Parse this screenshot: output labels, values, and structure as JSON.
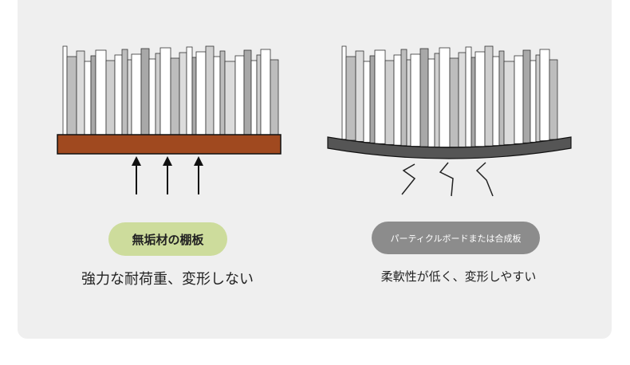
{
  "left": {
    "label": "無垢材の棚板",
    "caption": "強力な耐荷重、変形しない",
    "label_bg": "#cddc9c",
    "shelf_color": "#a0491f"
  },
  "right": {
    "label": "パーティクルボードまたは合成板",
    "caption": "柔軟性が低く、変形しやすい",
    "label_bg": "#8c8c8c",
    "board_color": "#555555"
  },
  "colors": {
    "panel": "#efefef",
    "text": "#222222"
  }
}
